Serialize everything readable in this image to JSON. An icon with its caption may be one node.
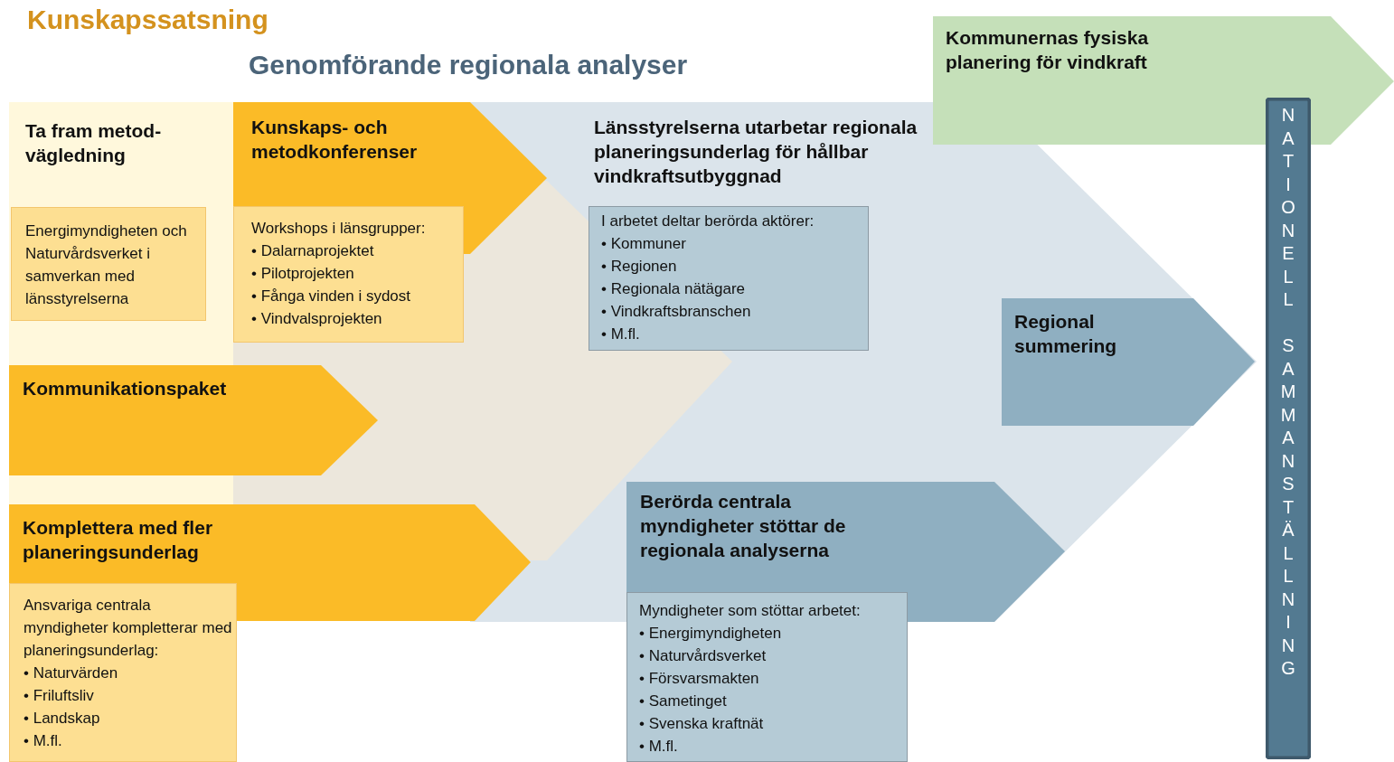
{
  "diagram": {
    "title": "Kunskapssatsning",
    "nodes": [
      {
        "text": [
          "Ta fram metod- vägledning"
        ]
      },
      {
        "text": [
          "Energimyndigheten och Naturvårdsverket i samverkan med länsstyrelserna"
        ],
        "in": 0
      },
      {
        "text": [
          "Kunskaps- och metodkonferenser"
        ]
      },
      {
        "text": [
          "Workshops i länsgrupper:",
          "• Dalarnaprojektet",
          "• Pilotprojekten",
          "• Fånga vinden i sydost",
          "• Vindvalsprojekten"
        ]
      },
      {
        "text": [
          "Länsstyrelserna utarbetar regionala planeringsunderlag för hållbar vindkraftsutbyggnad"
        ]
      },
      {
        "text": [
          "I arbetet deltar berörda aktörer:",
          "• Kommuner",
          "• Regionen",
          "• Regionala nätägare",
          "• Vindkraftsbranschen",
          "• M.fl."
        ],
        "in": 4
      },
      {
        "text": [
          "Regional summering"
        ],
        "in": 4
      },
      {
        "text": [
          "Kommunikationspaket"
        ]
      },
      {
        "text": [
          "Komplettera med fler planeringsunderlag"
        ]
      },
      {
        "text": [
          "Ansvariga centrala myndigheter kompletterar med planeringsunderlag:",
          "• Naturvärden",
          "• Friluftsliv",
          "• Landskap",
          "• M.fl."
        ]
      },
      {
        "text": [
          "Berörda centrala myndigheter stöttar de regionala analyserna"
        ],
        "in": 4
      },
      {
        "text": [
          "Myndigheter som stöttar arbetet:",
          "• Energimyndigheten",
          "• Naturvårdsverket",
          "• Försvarsmakten",
          "• Sametinget",
          "• Svenska kraftnät",
          "• M.fl."
        ]
      },
      {
        "text": [
          "Kommunernas fysiska planering för vindkraft"
        ]
      },
      {
        "text": [
          "NATIONELL SAMMANSTÄLLNING"
        ]
      }
    ],
    "labels": [
      "Genomförande regionala analyser"
    ]
  }
}
